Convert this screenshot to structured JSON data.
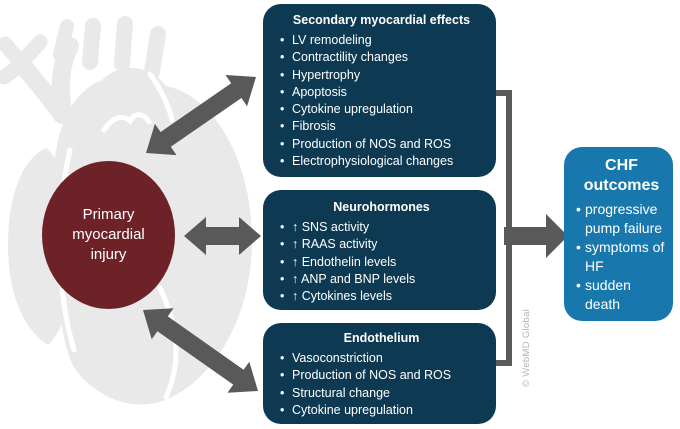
{
  "primary_node": {
    "lines": [
      "Primary",
      "myocardial",
      "injury"
    ]
  },
  "boxes": [
    {
      "title": "Secondary myocardial effects",
      "bullets": [
        "LV remodeling",
        "Contractility changes",
        "Hypertrophy",
        "Apoptosis",
        "Cytokine upregulation",
        "Fibrosis",
        "Production of NOS and ROS",
        "Electrophysiological changes"
      ]
    },
    {
      "title": "Neurohormones",
      "bullets": [
        "↑ SNS activity",
        "↑ RAAS activity",
        "↑ Endothelin levels",
        "↑ ANP and BNP levels",
        "↑ Cytokines levels"
      ]
    },
    {
      "title": "Endothelium",
      "bullets": [
        "Vasoconstriction",
        "Production of NOS and ROS",
        "Structural change",
        "Cytokine upregulation"
      ]
    }
  ],
  "outcome": {
    "title_lines": [
      "CHF",
      "outcomes"
    ],
    "bullets": [
      "progressive pump failure",
      "symptoms of HF",
      "sudden death"
    ]
  },
  "watermark": "© WebMD Global",
  "colors": {
    "navy_box": "#0d3a52",
    "outcome_blue": "#1878ad",
    "injury_maroon": "#6d2228",
    "arrow_gray": "#595959",
    "heart_gray": "#e9e9e9",
    "watermark_gray": "#b3b3b3"
  }
}
